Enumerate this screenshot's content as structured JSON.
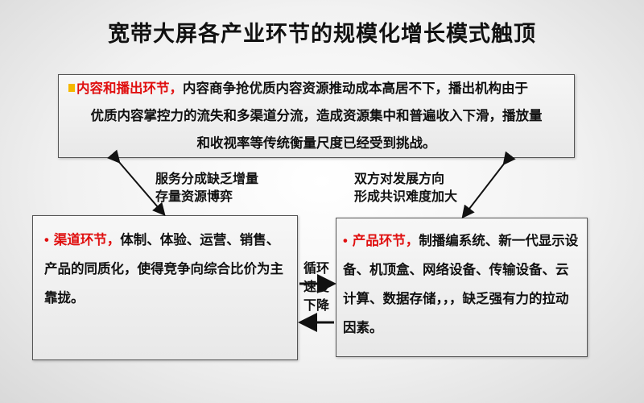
{
  "title": "宽带大屏各产业环节的规模化增长模式触顶",
  "top_box": {
    "heading": "内容和播出环节，",
    "lines": [
      "内容商争抢优质内容资源推动成本高居不下，播出机构由于",
      "优质内容掌控力的流失和多渠道分流，造成资源集中和普遍收入下滑，播放量",
      "和收视率等传统衡量尺度已经受到挑战。"
    ]
  },
  "left_box": {
    "heading": "渠道环节，",
    "text": "体制、体验、运营、销售、产品的同质化，使得竞争向综合比价为主靠拢。"
  },
  "right_box": {
    "heading": "产品环节，",
    "text": "制播编系统、新一代显示设备、机顶盒、网络设备、传输设备、云计算、数据存储，，，缺乏强有力的拉动因素。"
  },
  "labels": {
    "left_link": [
      "服务分成缺乏增量",
      "存量资源博弈"
    ],
    "right_link": [
      "双方对发展方向",
      "形成共识难度加大"
    ],
    "middle": [
      "循环",
      "速度",
      "下降"
    ]
  },
  "colors": {
    "accent": "#e01010",
    "bullet": "#f5b800"
  }
}
